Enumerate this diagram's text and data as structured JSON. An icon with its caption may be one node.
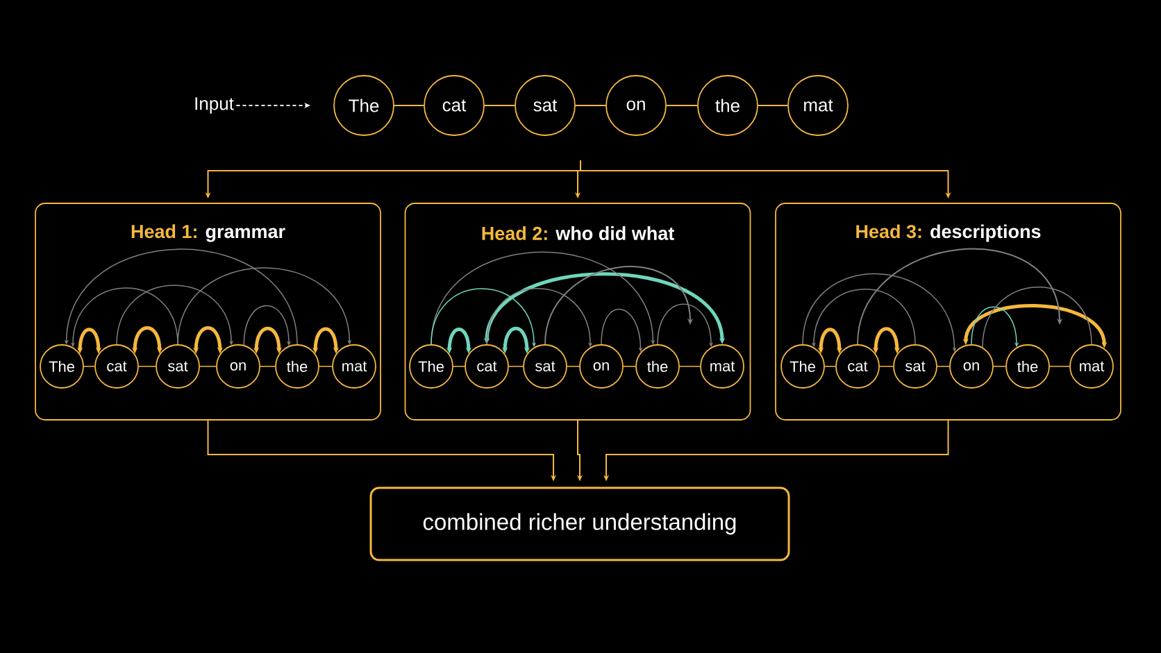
{
  "diagram": {
    "nodes": [
      {
        "text": [
          "Input"
        ]
      },
      {
        "text": [
          "The"
        ]
      },
      {
        "text": [
          "cat"
        ]
      },
      {
        "text": [
          "sat"
        ]
      },
      {
        "text": [
          "on"
        ]
      },
      {
        "text": [
          "the"
        ]
      },
      {
        "text": [
          "mat"
        ]
      },
      {
        "text": [
          "Head 1:",
          "grammar"
        ]
      },
      {
        "text": [
          "The"
        ],
        "in": 7
      },
      {
        "text": [
          "cat"
        ],
        "in": 7
      },
      {
        "text": [
          "sat"
        ],
        "in": 7
      },
      {
        "text": [
          "on"
        ],
        "in": 7
      },
      {
        "text": [
          "the"
        ],
        "in": 7
      },
      {
        "text": [
          "mat"
        ],
        "in": 7
      },
      {
        "text": [
          "Head 2:",
          "who did what"
        ]
      },
      {
        "text": [
          "The"
        ],
        "in": 14
      },
      {
        "text": [
          "cat"
        ],
        "in": 14
      },
      {
        "text": [
          "sat"
        ],
        "in": 14
      },
      {
        "text": [
          "on"
        ],
        "in": 14
      },
      {
        "text": [
          "the"
        ],
        "in": 14
      },
      {
        "text": [
          "mat"
        ],
        "in": 14
      },
      {
        "text": [
          "Head 3:",
          "descriptions"
        ]
      },
      {
        "text": [
          "The"
        ],
        "in": 21
      },
      {
        "text": [
          "cat"
        ],
        "in": 21
      },
      {
        "text": [
          "sat"
        ],
        "in": 21
      },
      {
        "text": [
          "on"
        ],
        "in": 21
      },
      {
        "text": [
          "the"
        ],
        "in": 21
      },
      {
        "text": [
          "mat"
        ],
        "in": 21
      },
      {
        "text": [
          "combined richer understanding"
        ]
      }
    ],
    "edges": [
      {
        "from": 0,
        "to": 1,
        "arrow": "to",
        "style": "dashed",
        "color": "#ffffff"
      },
      {
        "from": 1,
        "to": 2,
        "arrow": "none"
      },
      {
        "from": 2,
        "to": 3,
        "arrow": "none"
      },
      {
        "from": 3,
        "to": 4,
        "arrow": "none"
      },
      {
        "from": 4,
        "to": 5,
        "arrow": "none"
      },
      {
        "from": 5,
        "to": 6,
        "arrow": "none"
      },
      {
        "from": null,
        "to": 7,
        "arrow": "to"
      },
      {
        "from": null,
        "to": 14,
        "arrow": "to"
      },
      {
        "from": null,
        "to": 21,
        "arrow": "to"
      },
      {
        "from": 7,
        "to": 28,
        "arrow": "to"
      },
      {
        "from": 14,
        "to": 28,
        "arrow": "to"
      },
      {
        "from": 21,
        "to": 28,
        "arrow": "to"
      },
      {
        "from": 8,
        "to": 9,
        "arrow": "none"
      },
      {
        "from": 9,
        "to": 10,
        "arrow": "none"
      },
      {
        "from": 10,
        "to": 11,
        "arrow": "none"
      },
      {
        "from": 11,
        "to": 12,
        "arrow": "none"
      },
      {
        "from": 12,
        "to": 13,
        "arrow": "none"
      },
      {
        "from": 15,
        "to": 16,
        "arrow": "none"
      },
      {
        "from": 16,
        "to": 17,
        "arrow": "none"
      },
      {
        "from": 17,
        "to": 18,
        "arrow": "none"
      },
      {
        "from": 18,
        "to": 19,
        "arrow": "none"
      },
      {
        "from": 19,
        "to": 20,
        "arrow": "none"
      },
      {
        "from": 22,
        "to": 23,
        "arrow": "none"
      },
      {
        "from": 23,
        "to": 24,
        "arrow": "none"
      },
      {
        "from": 24,
        "to": 25,
        "arrow": "none"
      },
      {
        "from": 25,
        "to": 26,
        "arrow": "none"
      },
      {
        "from": 26,
        "to": 27,
        "arrow": "none"
      },
      {
        "from": 8,
        "to": 9,
        "arrow": "both",
        "style": "thick"
      },
      {
        "from": 9,
        "to": 10,
        "arrow": "both",
        "style": "thick"
      },
      {
        "from": 10,
        "to": 11,
        "arrow": "both",
        "style": "thick"
      },
      {
        "from": 11,
        "to": 12,
        "arrow": "both",
        "style": "thick"
      },
      {
        "from": 12,
        "to": 13,
        "arrow": "both",
        "style": "thick"
      },
      {
        "from": 12,
        "to": 8,
        "arrow": "to",
        "color": "#808080"
      },
      {
        "from": 10,
        "to": 8,
        "arrow": "to",
        "color": "#808080"
      },
      {
        "from": 9,
        "to": 11,
        "arrow": "to",
        "color": "#808080"
      },
      {
        "from": 10,
        "to": 13,
        "arrow": "to",
        "color": "#808080"
      },
      {
        "from": 11,
        "to": 12,
        "arrow": "to",
        "color": "#808080"
      },
      {
        "from": 15,
        "to": 16,
        "arrow": "both",
        "style": "thick",
        "color": "#6fd6bd"
      },
      {
        "from": 16,
        "to": 17,
        "arrow": "both",
        "style": "thick",
        "color": "#6fd6bd"
      },
      {
        "from": 16,
        "to": 20,
        "arrow": "both",
        "style": "thick",
        "color": "#6fd6bd"
      },
      {
        "from": 15,
        "to": 19,
        "arrow": "to",
        "color": "#808080"
      },
      {
        "from": 16,
        "to": 18,
        "arrow": "to",
        "color": "#808080"
      },
      {
        "from": 17,
        "to": null,
        "arrow": "to",
        "color": "#808080"
      },
      {
        "from": 18,
        "to": 19,
        "arrow": "to",
        "color": "#808080"
      },
      {
        "from": 19,
        "to": 20,
        "arrow": "to",
        "color": "#808080"
      },
      {
        "from": 15,
        "to": 17,
        "arrow": "to",
        "color": "#6fd6bd"
      },
      {
        "from": 22,
        "to": 23,
        "arrow": "both",
        "style": "thick"
      },
      {
        "from": 23,
        "to": 24,
        "arrow": "both",
        "style": "thick"
      },
      {
        "from": 25,
        "to": 27,
        "arrow": "both",
        "style": "thick"
      },
      {
        "from": 25,
        "to": 26,
        "arrow": "to",
        "color": "#6fd6bd"
      },
      {
        "from": 24,
        "to": 22,
        "arrow": "to",
        "color": "#808080"
      },
      {
        "from": 23,
        "to": null,
        "arrow": "to",
        "color": "#808080"
      },
      {
        "from": 22,
        "to": 25,
        "arrow": "to",
        "color": "#808080"
      },
      {
        "from": 27,
        "to": 25,
        "arrow": "none",
        "color": "#808080"
      }
    ]
  }
}
